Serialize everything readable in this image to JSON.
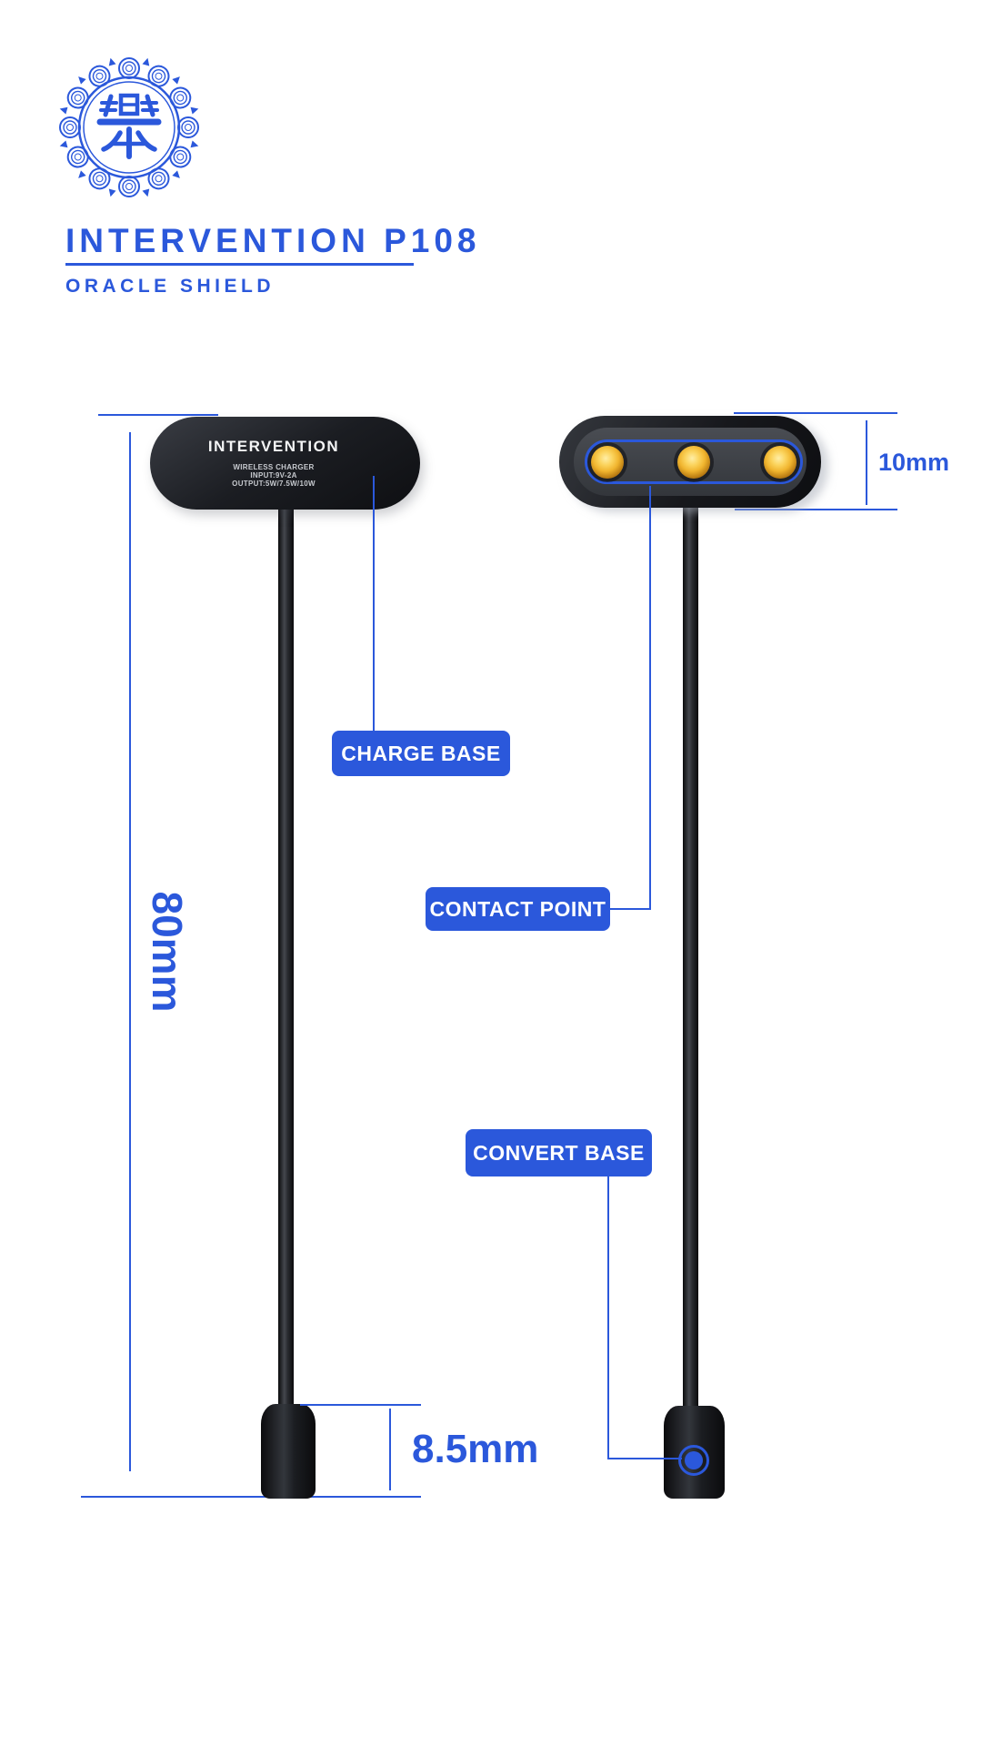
{
  "brand": {
    "title": "INTERVENTION P108",
    "subtitle": "ORACLE SHIELD",
    "logo": "ornate-seal-emblem"
  },
  "colors": {
    "accent": "#2B58DB",
    "label_text": "#FFFFFF",
    "device_body": "#1A1C20",
    "contact_gold": "#F2BE3A"
  },
  "device_front": {
    "name_label": "INTERVENTION",
    "spec_lines": [
      "WIRELESS CHARGER",
      "INPUT:9V-2A",
      "OUTPUT:5W/7.5W/10W"
    ]
  },
  "annotations": {
    "charge_base": "CHARGE BASE",
    "contact_point": "CONTACT POINT",
    "convert_base": "CONVERT BASE"
  },
  "dimensions": {
    "height": "80mm",
    "contact_width": "10mm",
    "base_width": "8.5mm"
  }
}
